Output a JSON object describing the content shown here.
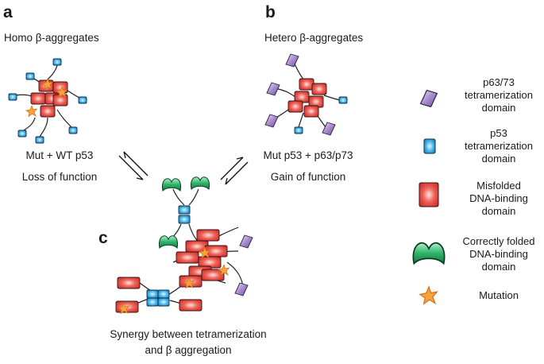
{
  "panels": {
    "a": {
      "letter": "a",
      "title": "Homo β-aggregates",
      "caption1": "Mut + WT p53",
      "caption2": "Loss of function"
    },
    "b": {
      "letter": "b",
      "title": "Hetero β-aggregates",
      "caption1": "Mut p53 + p63/p73",
      "caption2": "Gain of function"
    },
    "c": {
      "letter": "c",
      "caption1": "Synergy between tetramerization",
      "caption2": "and β aggregation"
    }
  },
  "legend": [
    {
      "icon": "p63-73-tetramerization-icon",
      "lines": [
        "p63/73",
        "tetramerization",
        "domain"
      ]
    },
    {
      "icon": "p53-tetramerization-icon",
      "lines": [
        "p53",
        "tetramerization",
        "domain"
      ]
    },
    {
      "icon": "misfolded-dna-binding-icon",
      "lines": [
        "Misfolded",
        "DNA-binding",
        "domain"
      ]
    },
    {
      "icon": "correctly-folded-dna-binding-icon",
      "lines": [
        "Correctly folded",
        "DNA-binding",
        "domain"
      ]
    },
    {
      "icon": "mutation-icon",
      "lines": [
        "Mutation"
      ]
    }
  ],
  "colors": {
    "misfolded": "#e0423c",
    "p53_tet": "#3aa6dc",
    "p63_tet": "#9a7cc0",
    "folded": "#1f9a55",
    "mutation": "#f0952a"
  }
}
